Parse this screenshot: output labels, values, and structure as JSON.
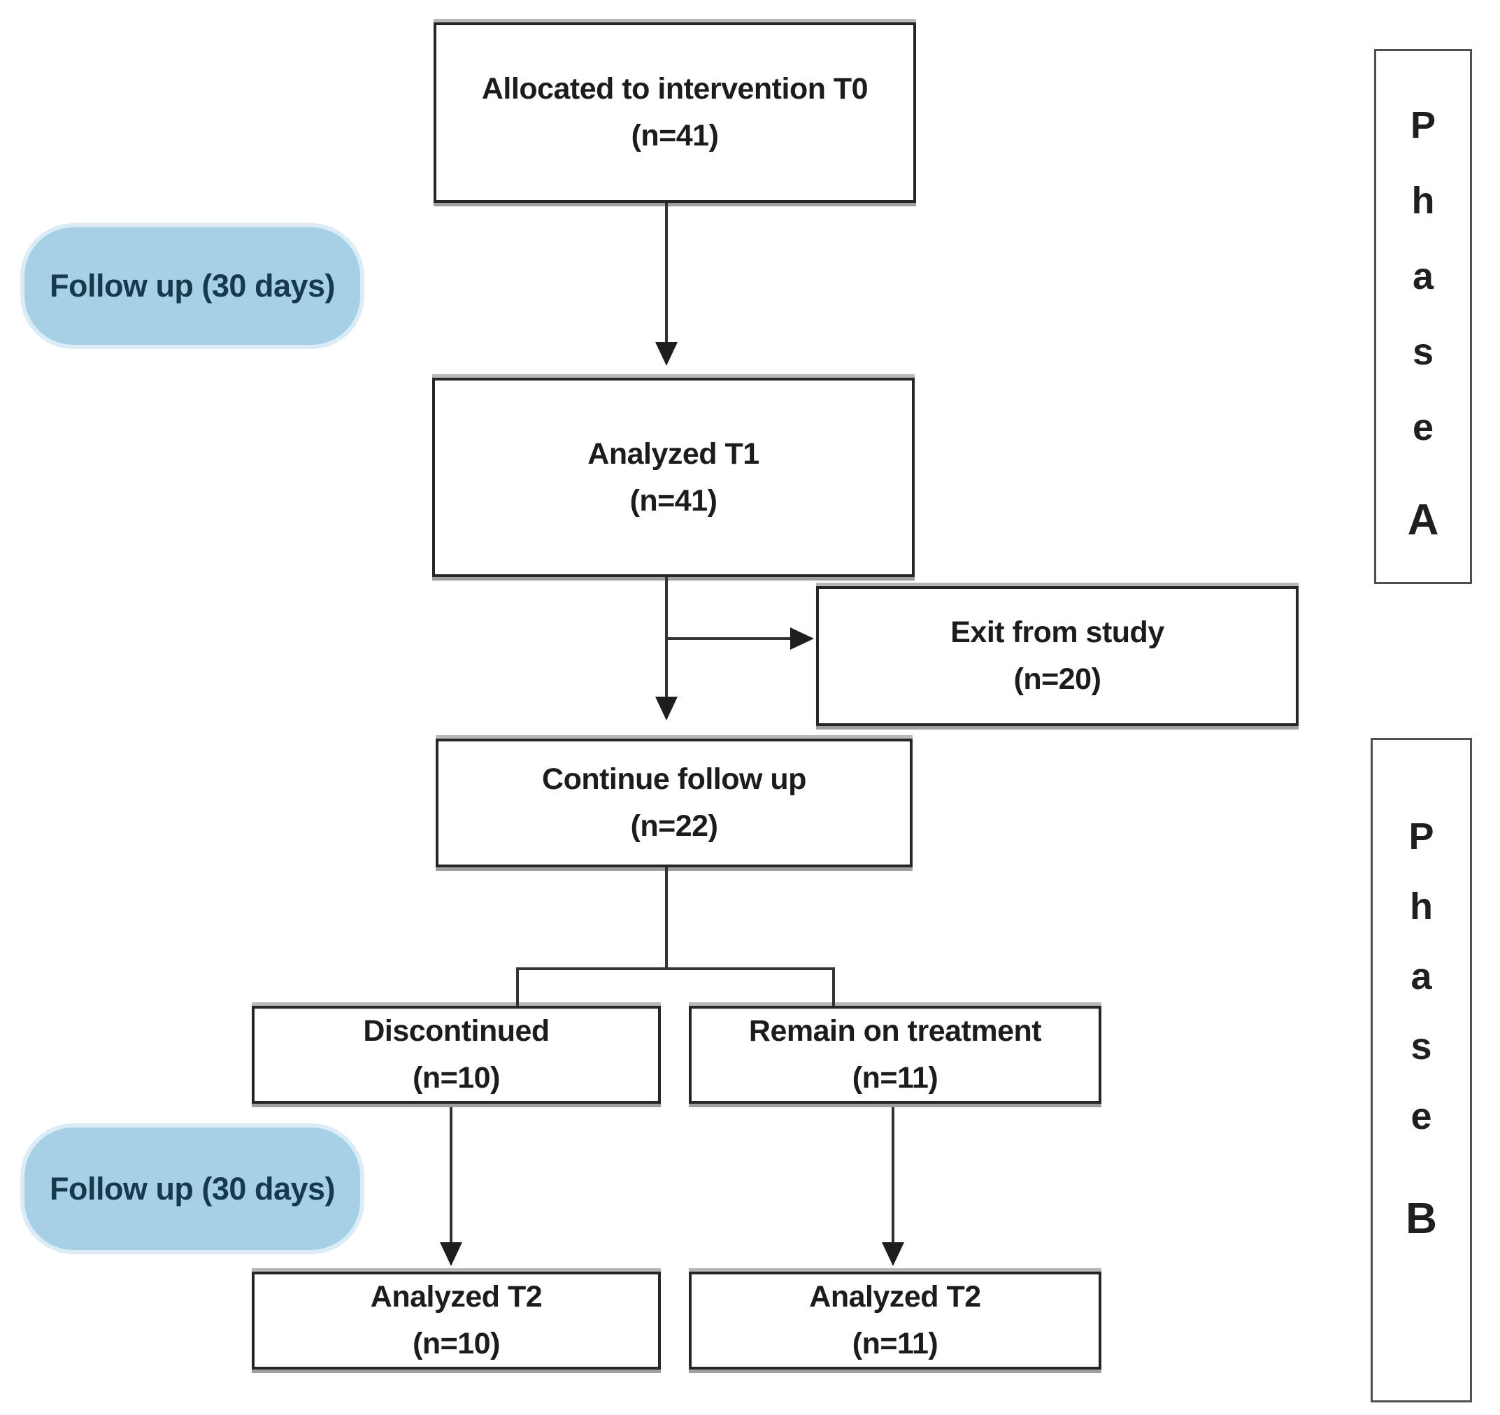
{
  "colors": {
    "badge_fill": "#a6d0e6",
    "badge_text": "#17394e",
    "box_border": "#262626",
    "box_text": "#1c1c1c",
    "box_shadow": "#9e9e9e",
    "connector": "#333333",
    "phase_border": "#4f4f4f"
  },
  "badges": {
    "followup_a": {
      "label": "Follow up (30 days)"
    },
    "followup_b": {
      "label": "Follow up (30 days)"
    }
  },
  "nodes": {
    "allocated": {
      "title": "Allocated to intervention T0",
      "n": "(n=41)"
    },
    "analyzed_t1": {
      "title": "Analyzed T1",
      "n": "(n=41)"
    },
    "exit_study": {
      "title": "Exit from study",
      "n": "(n=20)"
    },
    "continue_followup": {
      "title": "Continue follow up",
      "n": "(n=22)"
    },
    "discontinued": {
      "title": "Discontinued",
      "n": "(n=10)"
    },
    "remain": {
      "title": "Remain on treatment",
      "n": "(n=11)"
    },
    "analyzed_t2_left": {
      "title": "Analyzed T2",
      "n": "(n=10)"
    },
    "analyzed_t2_right": {
      "title": "Analyzed T2",
      "n": "(n=11)"
    }
  },
  "phases": {
    "a": {
      "word": "Phase",
      "letter": "A"
    },
    "b": {
      "word": "Phase",
      "letter": "B"
    }
  }
}
